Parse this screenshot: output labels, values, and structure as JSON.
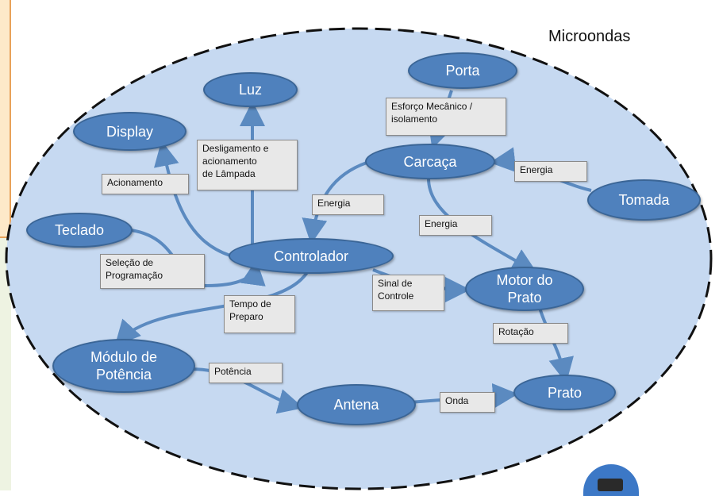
{
  "title": "Microondas",
  "nodes": {
    "porta": "Porta",
    "luz": "Luz",
    "display": "Display",
    "carcaca": "Carcaça",
    "tomada": "Tomada",
    "teclado": "Teclado",
    "controlador": "Controlador",
    "motor": "Motor do\nPrato",
    "modulo": "Módulo de\nPotência",
    "antena": "Antena",
    "prato": "Prato"
  },
  "labels": {
    "esforco": "Esforço Mecânico /\nisolamento",
    "desligamento": "Desligamento e\nacionamento\nde Lâmpada",
    "acionamento": "Acionamento",
    "energia_tomada": "Energia",
    "energia_controlador": "Energia",
    "energia_motor": "Energia",
    "selecao": "Seleção de\nProgramação",
    "sinal": "Sinal de\nControle",
    "tempo": "Tempo de\nPreparo",
    "rotacao": "Rotação",
    "potencia": "Potência",
    "onda": "Onda"
  },
  "colors": {
    "node_fill": "#4f81bd",
    "boundary_fill": "#c6d9f1",
    "arrow": "#5b8ac0"
  }
}
